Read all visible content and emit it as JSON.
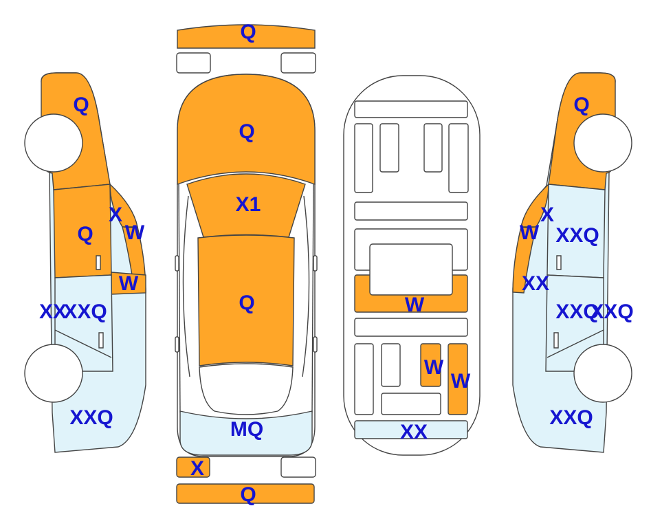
{
  "colors": {
    "damaged": "#ffa628",
    "panel": "#e0f3fa",
    "blank": "#ffffff",
    "outline": "#444444",
    "label": "#1515d0"
  },
  "labels": {
    "front_bumper": "Q",
    "left_side_front_fender": "Q",
    "left_side_front_door": "Q",
    "left_side_a_pillar": "X",
    "left_side_windshield_side": "W",
    "left_side_rear_glass": "W",
    "left_side_rear_door_a": "XX",
    "left_side_rear_door_b": "XXQ",
    "left_side_rear_quarter": "XXQ",
    "top_hood": "Q",
    "top_windshield": "X1",
    "top_roof": "Q",
    "top_trunk": "MQ",
    "underbody_center": "W",
    "underbody_rear_left": "W",
    "underbody_rear_right": "W",
    "underbody_rear": "XX",
    "right_side_front_fender": "Q",
    "right_side_a_pillar": "X",
    "right_side_windshield_side": "W",
    "right_side_front_door": "XXQ",
    "right_side_rear_glass": "XX",
    "right_side_rear_door_a": "XXQ",
    "right_side_rear_door_b": "XXQ",
    "right_side_rear_quarter": "XXQ",
    "rear_left_light": "X",
    "rear_bumper": "Q"
  }
}
